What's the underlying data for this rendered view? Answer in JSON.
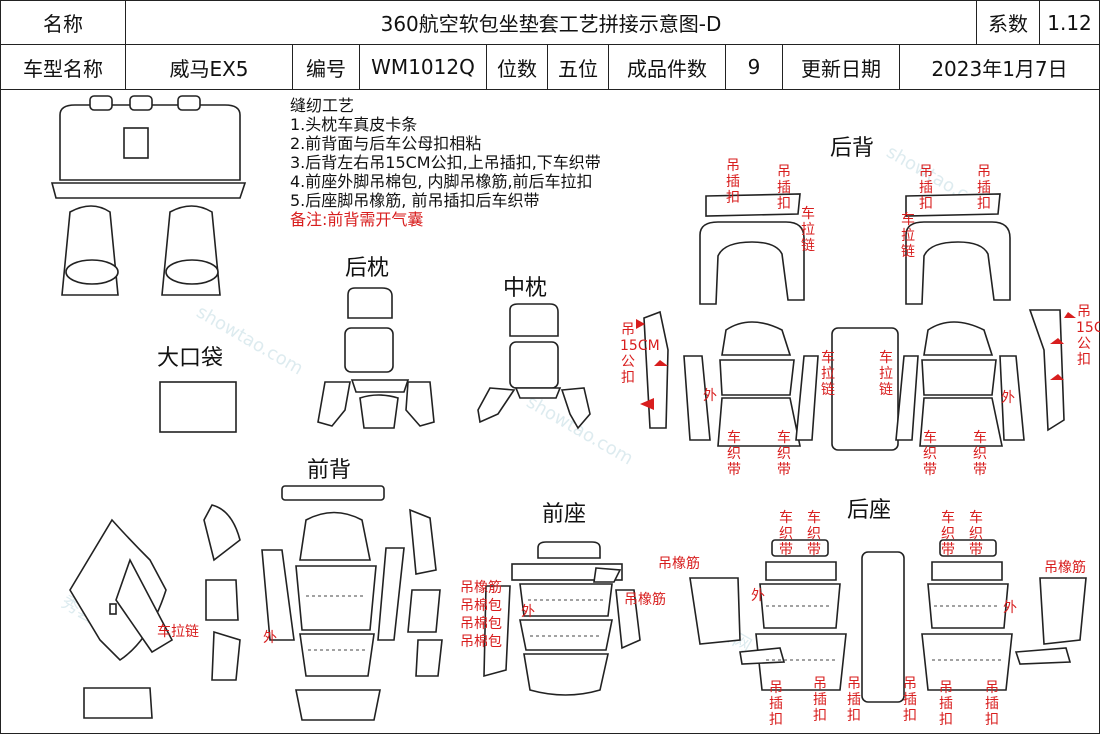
{
  "header": {
    "name_label": "名称",
    "title": "360航空软包坐垫套工艺拼接示意图-D",
    "coef_label": "系数",
    "coef_value": "1.12",
    "car_label": "车型名称",
    "car_value": "威马EX5",
    "code_label": "编号",
    "code_value": "WM1012Q",
    "seats_label": "位数",
    "seats_value": "五位",
    "pieces_label": "成品件数",
    "pieces_value": "9",
    "update_label": "更新日期",
    "update_value": "2023年1月7日"
  },
  "notes": {
    "title": "缝纫工艺",
    "items": [
      "1.头枕车真皮卡条",
      "2.前背面与后车公母扣相粘",
      "3.后背左右吊15CM公扣,上吊插扣,下车织带",
      "4.前座外脚吊棉包, 内脚吊橡筋,前后车拉扣",
      "5.后座脚吊橡筋, 前吊插扣后车织带"
    ],
    "remark": "备注:前背需开气囊"
  },
  "sections": {
    "rear_pillow": "后枕",
    "mid_pillow": "中枕",
    "rear_back": "后背",
    "big_pocket": "大口袋",
    "front_back": "前背",
    "front_seat": "前座",
    "rear_seat": "后座"
  },
  "labels": {
    "hang_insert": "吊插扣",
    "zipper": "车拉链",
    "hang_15cm": "吊15CM公扣",
    "outer": "外",
    "webbing": "车织带",
    "elastic": "吊橡筋",
    "cotton": "吊棉包",
    "front_zip": "车拉链"
  },
  "watermark": {
    "site": "showtao.com",
    "brand": "秀套网"
  },
  "colors": {
    "annotation": "#d81e1e",
    "line": "#222222",
    "watermark": "#9fc7d3"
  }
}
